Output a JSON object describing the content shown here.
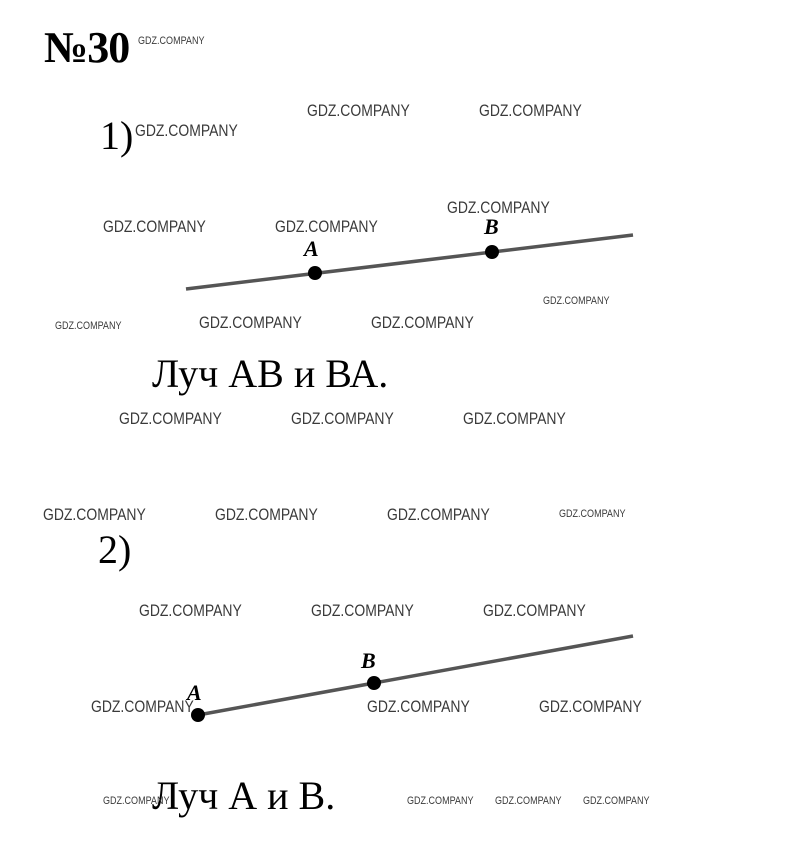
{
  "title": "№30",
  "parts": [
    {
      "label": "1)",
      "point_a": "A",
      "point_b": "B",
      "answer": "Луч АВ и ВА."
    },
    {
      "label": "2)",
      "point_a": "A",
      "point_b": "B",
      "answer": "Луч А и В."
    }
  ],
  "watermark": "GDZ.COMPANY"
}
